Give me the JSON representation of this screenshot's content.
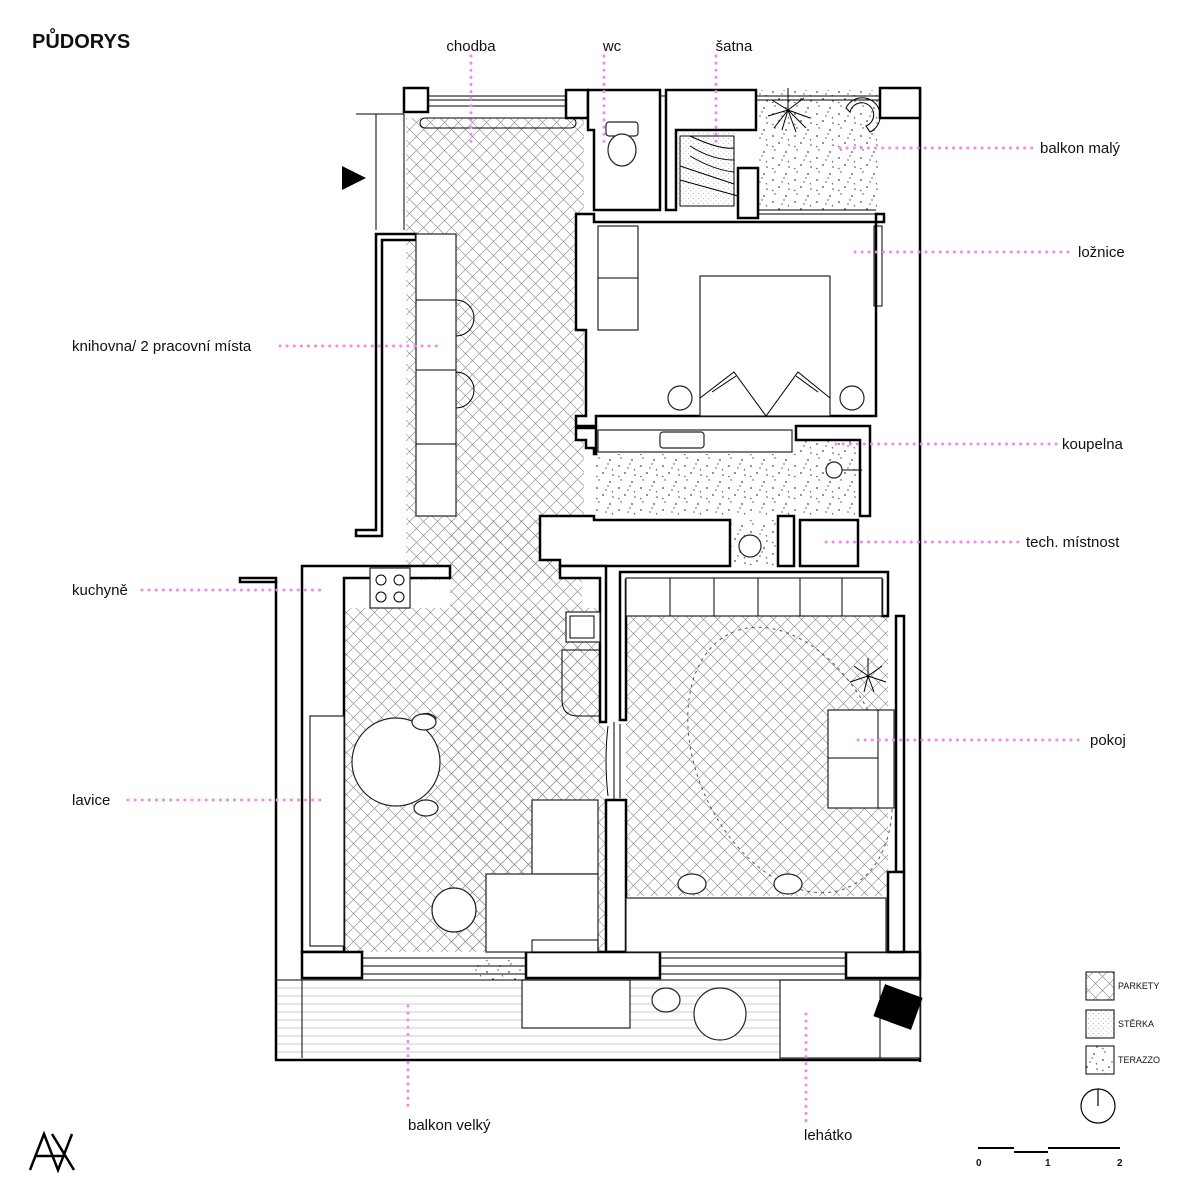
{
  "title": "PŮDORYS",
  "labels": {
    "chodba": "chodba",
    "wc": "wc",
    "satna": "šatna",
    "balkon_maly": "balkon malý",
    "loznice": "ložnice",
    "knihovna": "knihovna/ 2 pracovní místa",
    "koupelna": "koupelna",
    "tech": "tech. místnost",
    "kuchyne": "kuchyně",
    "pokoj": "pokoj",
    "lavice": "lavice",
    "balkon_velky": "balkon velký",
    "lehatko": "lehátko"
  },
  "legend": {
    "parkety": "PARKETY",
    "sterka": "STĚRKA",
    "terazzo": "TERAZZO"
  },
  "scale": {
    "t0": "0",
    "t1": "1",
    "t2": "2"
  },
  "colors": {
    "leader": "#f08ae8",
    "ink": "#000000"
  }
}
